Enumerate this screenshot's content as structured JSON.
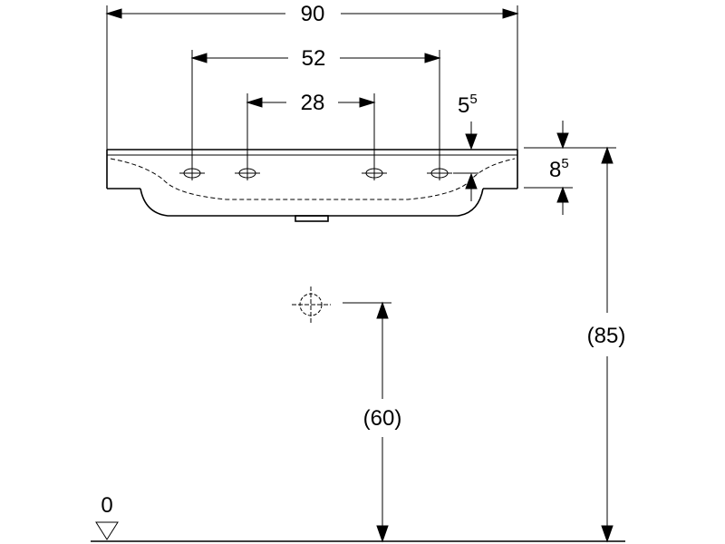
{
  "drawing": {
    "dimensions": {
      "overall_width": "90",
      "outer_tap_spacing": "52",
      "inner_tap_spacing": "28",
      "overflow_offset": {
        "main": "5",
        "sup": "5"
      },
      "basin_thickness": {
        "main": "8",
        "sup": "5"
      },
      "rim_height": "(85)",
      "waste_height": "(60)",
      "floor_level": "0"
    }
  }
}
